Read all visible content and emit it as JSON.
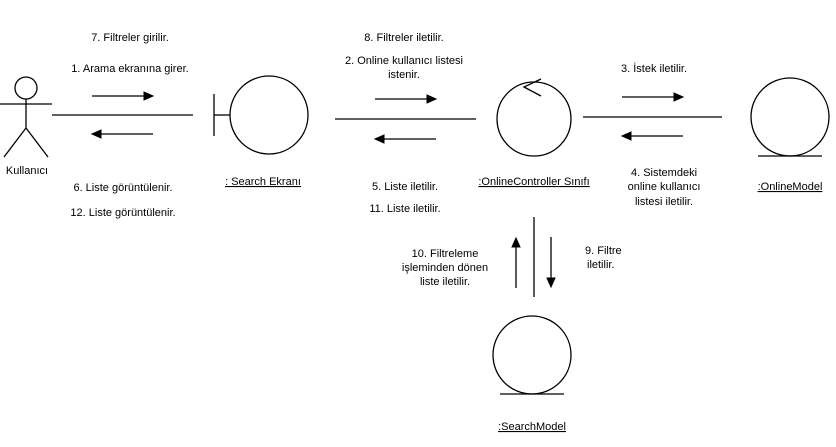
{
  "actors": {
    "user": "Kullanıcı"
  },
  "objects": {
    "search_screen": ": Search Ekranı",
    "controller": ":OnlineController Sınıfı",
    "online_model": ":OnlineModel",
    "search_model": ":SearchModel"
  },
  "messages": {
    "m7": "7. Filtreler girilir.",
    "m1": "1. Arama ekranına girer.",
    "m6": "6. Liste görüntülenir.",
    "m12": "12. Liste görüntülenir.",
    "m8": "8. Filtreler iletilir.",
    "m2_line1": "2. Online kullanıcı listesi",
    "m2_line2": "istenir.",
    "m5": "5. Liste iletilir.",
    "m11": "11. Liste iletilir.",
    "m3": "3. İstek iletilir.",
    "m4_line1": "4. Sistemdeki",
    "m4_line2": "online kullanıcı",
    "m4_line3": "listesi iletilir.",
    "m9_line1": "9. Filtre",
    "m9_line2": "iletilir.",
    "m10_line1": "10. Filtreleme",
    "m10_line2": "işleminden dönen",
    "m10_line3": "liste iletilir."
  }
}
